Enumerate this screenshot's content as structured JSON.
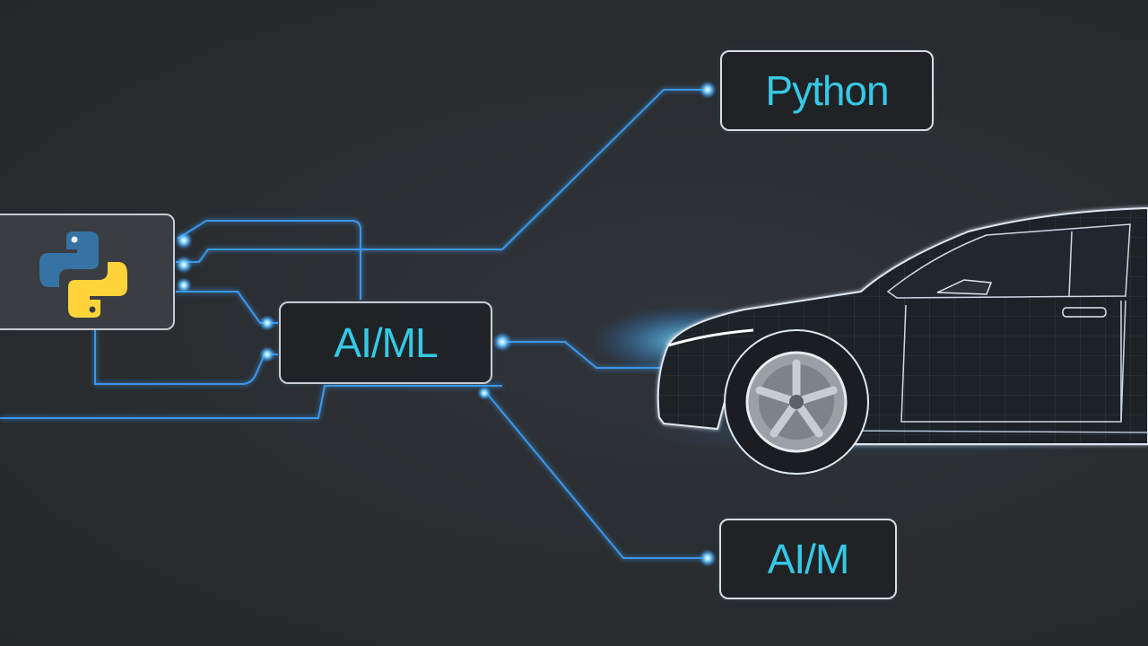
{
  "nodes": {
    "python_label": "Python",
    "aiml_label": "AI/ML",
    "aim_label": "AI/M"
  },
  "icons": {
    "python_logo": "python-logo-icon",
    "car": "car-wireframe-icon"
  },
  "colors": {
    "background": "#2b2e31",
    "label_text": "#36c9e6",
    "wire": "#3ea3ff",
    "box_border": "#d9dde2",
    "python_blue": "#3673a5",
    "python_yellow": "#ffd43b"
  }
}
